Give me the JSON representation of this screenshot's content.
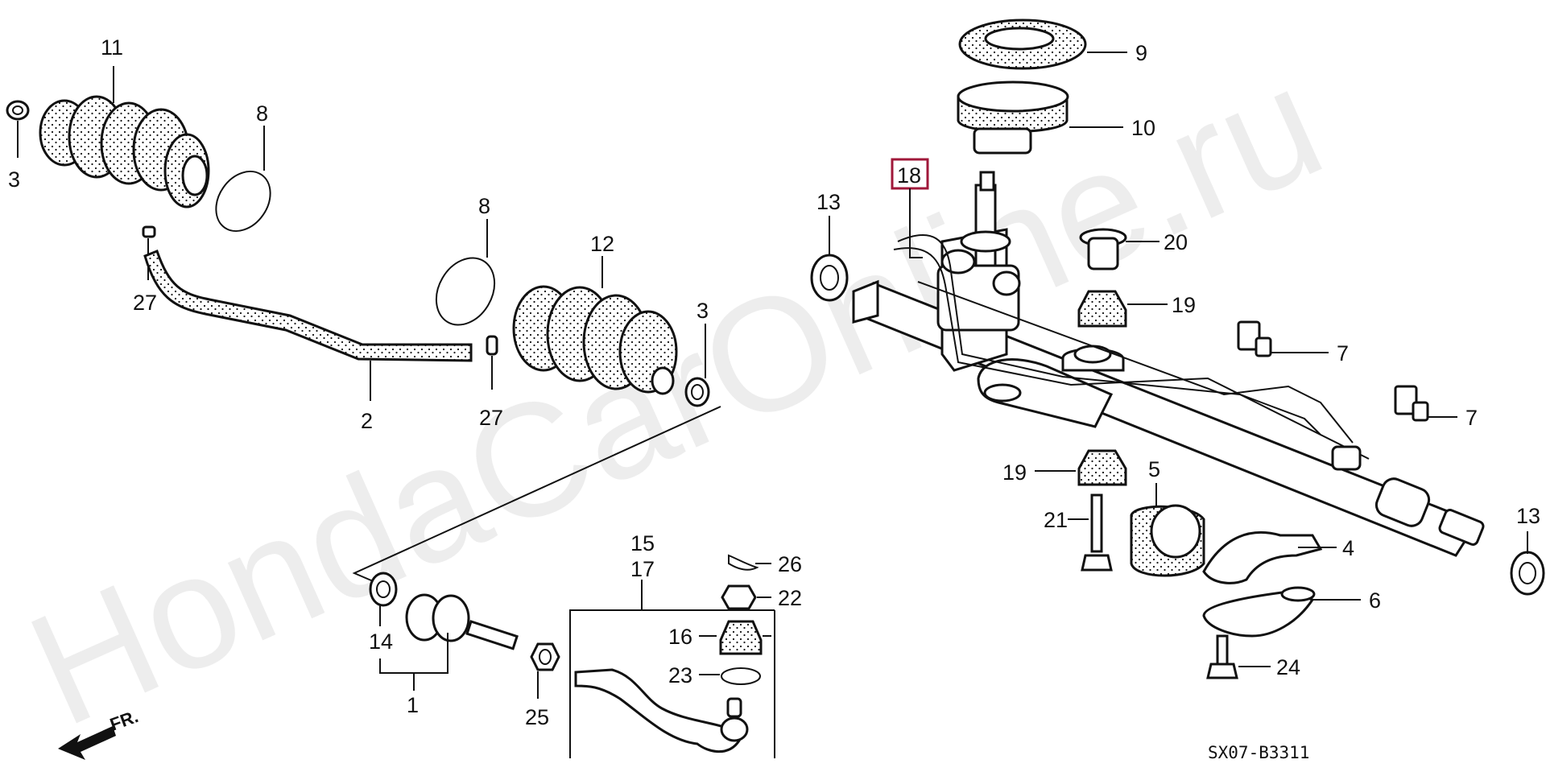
{
  "diagram": {
    "watermark": "HondaCarOnline.ru",
    "code": "SX07-B3311",
    "direction_label": "FR.",
    "highlight_color": "#a0183a",
    "labels": {
      "p1": "1",
      "p2": "2",
      "p3a": "3",
      "p3b": "3",
      "p4": "4",
      "p5": "5",
      "p6": "6",
      "p7a": "7",
      "p7b": "7",
      "p8a": "8",
      "p8b": "8",
      "p9": "9",
      "p10": "10",
      "p11": "11",
      "p12": "12",
      "p13a": "13",
      "p13b": "13",
      "p14": "14",
      "p15": "15",
      "p16": "16",
      "p17": "17",
      "p18": "18",
      "p19a": "19",
      "p19b": "19",
      "p20": "20",
      "p21": "21",
      "p22": "22",
      "p23": "23",
      "p24": "24",
      "p25": "25",
      "p26": "26",
      "p27a": "27",
      "p27b": "27"
    }
  }
}
